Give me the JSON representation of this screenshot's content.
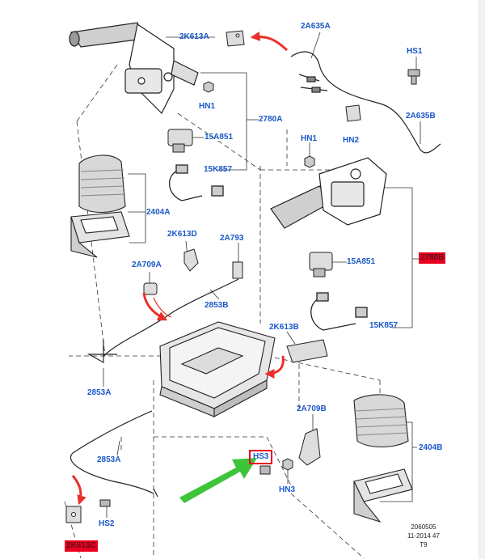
{
  "callouts": {
    "c_2k613a_top": "2K613A",
    "c_2a635a": "2A635A",
    "c_hs1": "HS1",
    "c_hn1_left": "HN1",
    "c_2780a": "2780A",
    "c_2a635b": "2A635B",
    "c_hn2": "HN2",
    "c_15a851_left": "15A851",
    "c_hn1_right": "HN1",
    "c_15k857_left": "15K857",
    "c_2404a": "2404A",
    "c_2k613d": "2K613D",
    "c_2a793": "2A793",
    "c_2a709a": "2A709A",
    "c_2780b": "2780B",
    "c_15a851_right": "15A851",
    "c_2853b": "2853B",
    "c_2k613b": "2K613B",
    "c_15k857_right": "15K857",
    "c_2853a_top": "2853A",
    "c_2a709b": "2A709B",
    "c_2404b": "2404B",
    "c_hs3": "HS3",
    "c_2853a_bottom": "2853A",
    "c_hn3": "HN3",
    "c_hs2": "HS2",
    "c_2k613c": "2K613C"
  },
  "footer": {
    "line1": "2060505",
    "line2": "11-2014 47",
    "line3": "T9"
  },
  "colors": {
    "callout_text": "#1a57c9",
    "highlight": "#e8001c",
    "pointer_arrow": "#e8312a",
    "indicator_arrow": "#3ec43a",
    "line_art": "#222222"
  }
}
